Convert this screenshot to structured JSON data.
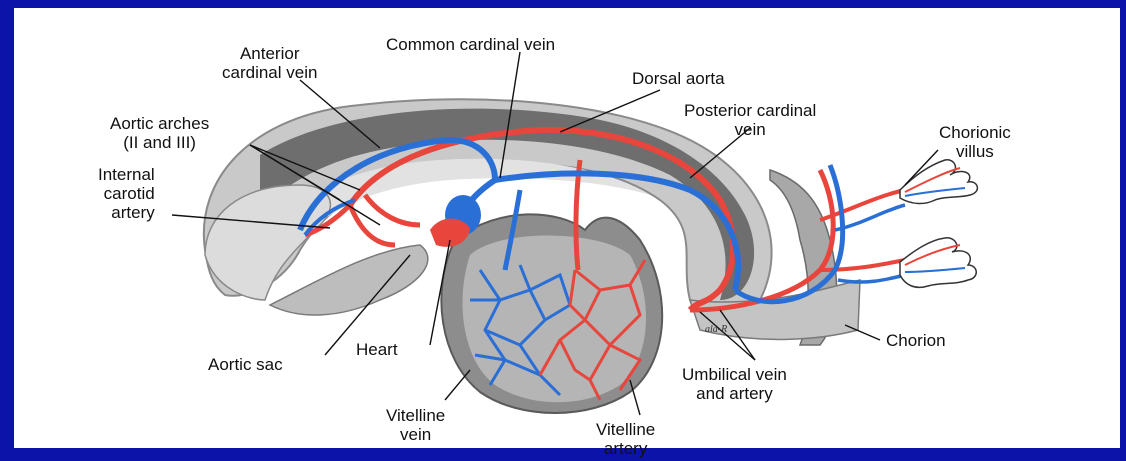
{
  "diagram": {
    "colors": {
      "frame": "#0b13a8",
      "artery": "#e8463c",
      "vein": "#2a6fd6",
      "embryo_dark": "#6a6a6a",
      "embryo_mid": "#9a9a9a",
      "embryo_light": "#d2d2d2"
    },
    "labels": {
      "anterior_cardinal_vein": "Anterior\ncardinal vein",
      "common_cardinal_vein": "Common cardinal vein",
      "dorsal_aorta": "Dorsal aorta",
      "posterior_cardinal_vein": "Posterior cardinal\nvein",
      "aortic_arches": "Aortic arches\n(II and III)",
      "internal_carotid_artery": "Internal\ncarotid\nartery",
      "chorionic_villus": "Chorionic\nvillus",
      "chorion": "Chorion",
      "aortic_sac": "Aortic sac",
      "heart": "Heart",
      "umbilical_vein_and_artery": "Umbilical vein\nand artery",
      "vitelline_vein": "Vitelline\nvein",
      "vitelline_artery": "Vitelline\nartery"
    },
    "signature": "ala-R"
  }
}
